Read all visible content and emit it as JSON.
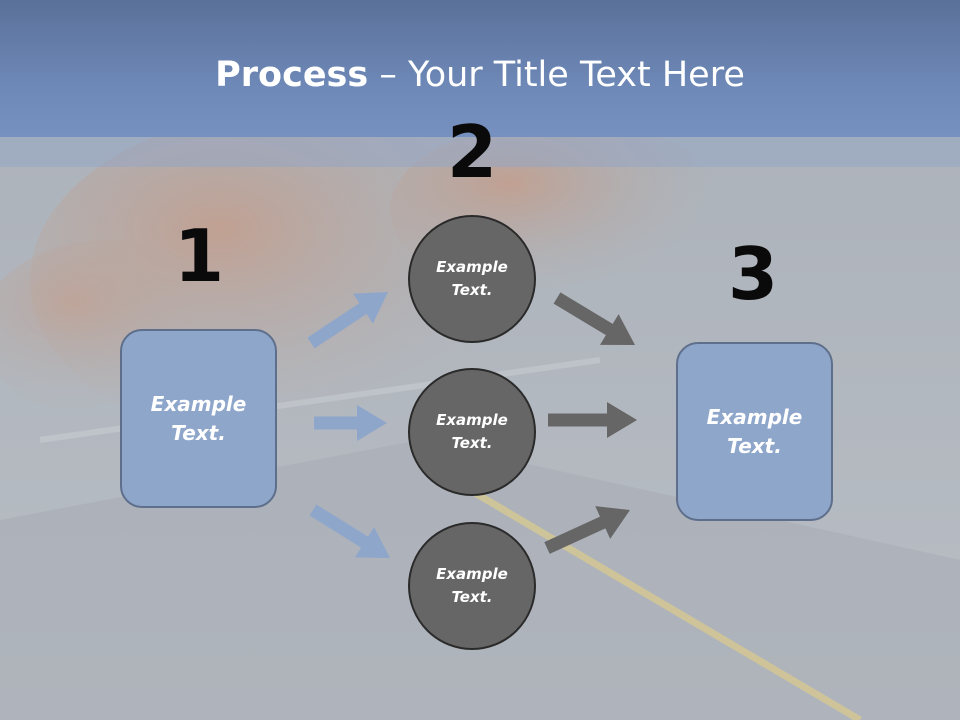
{
  "title": {
    "bold": "Process",
    "rest": " – Your Title Text Here"
  },
  "steps": {
    "one": "1",
    "two": "2",
    "three": "3"
  },
  "left_box": {
    "text": "Example\nText."
  },
  "circles": [
    {
      "text": "Example\nText."
    },
    {
      "text": "Example\nText."
    },
    {
      "text": "Example\nText."
    }
  ],
  "right_box": {
    "text": "Example\nText."
  },
  "colors": {
    "title_band": "#6d87b6",
    "box_fill": "#8fa6cb",
    "circle_fill": "#666666",
    "left_arrow": "#8fa6cb",
    "right_arrow": "#666666"
  }
}
